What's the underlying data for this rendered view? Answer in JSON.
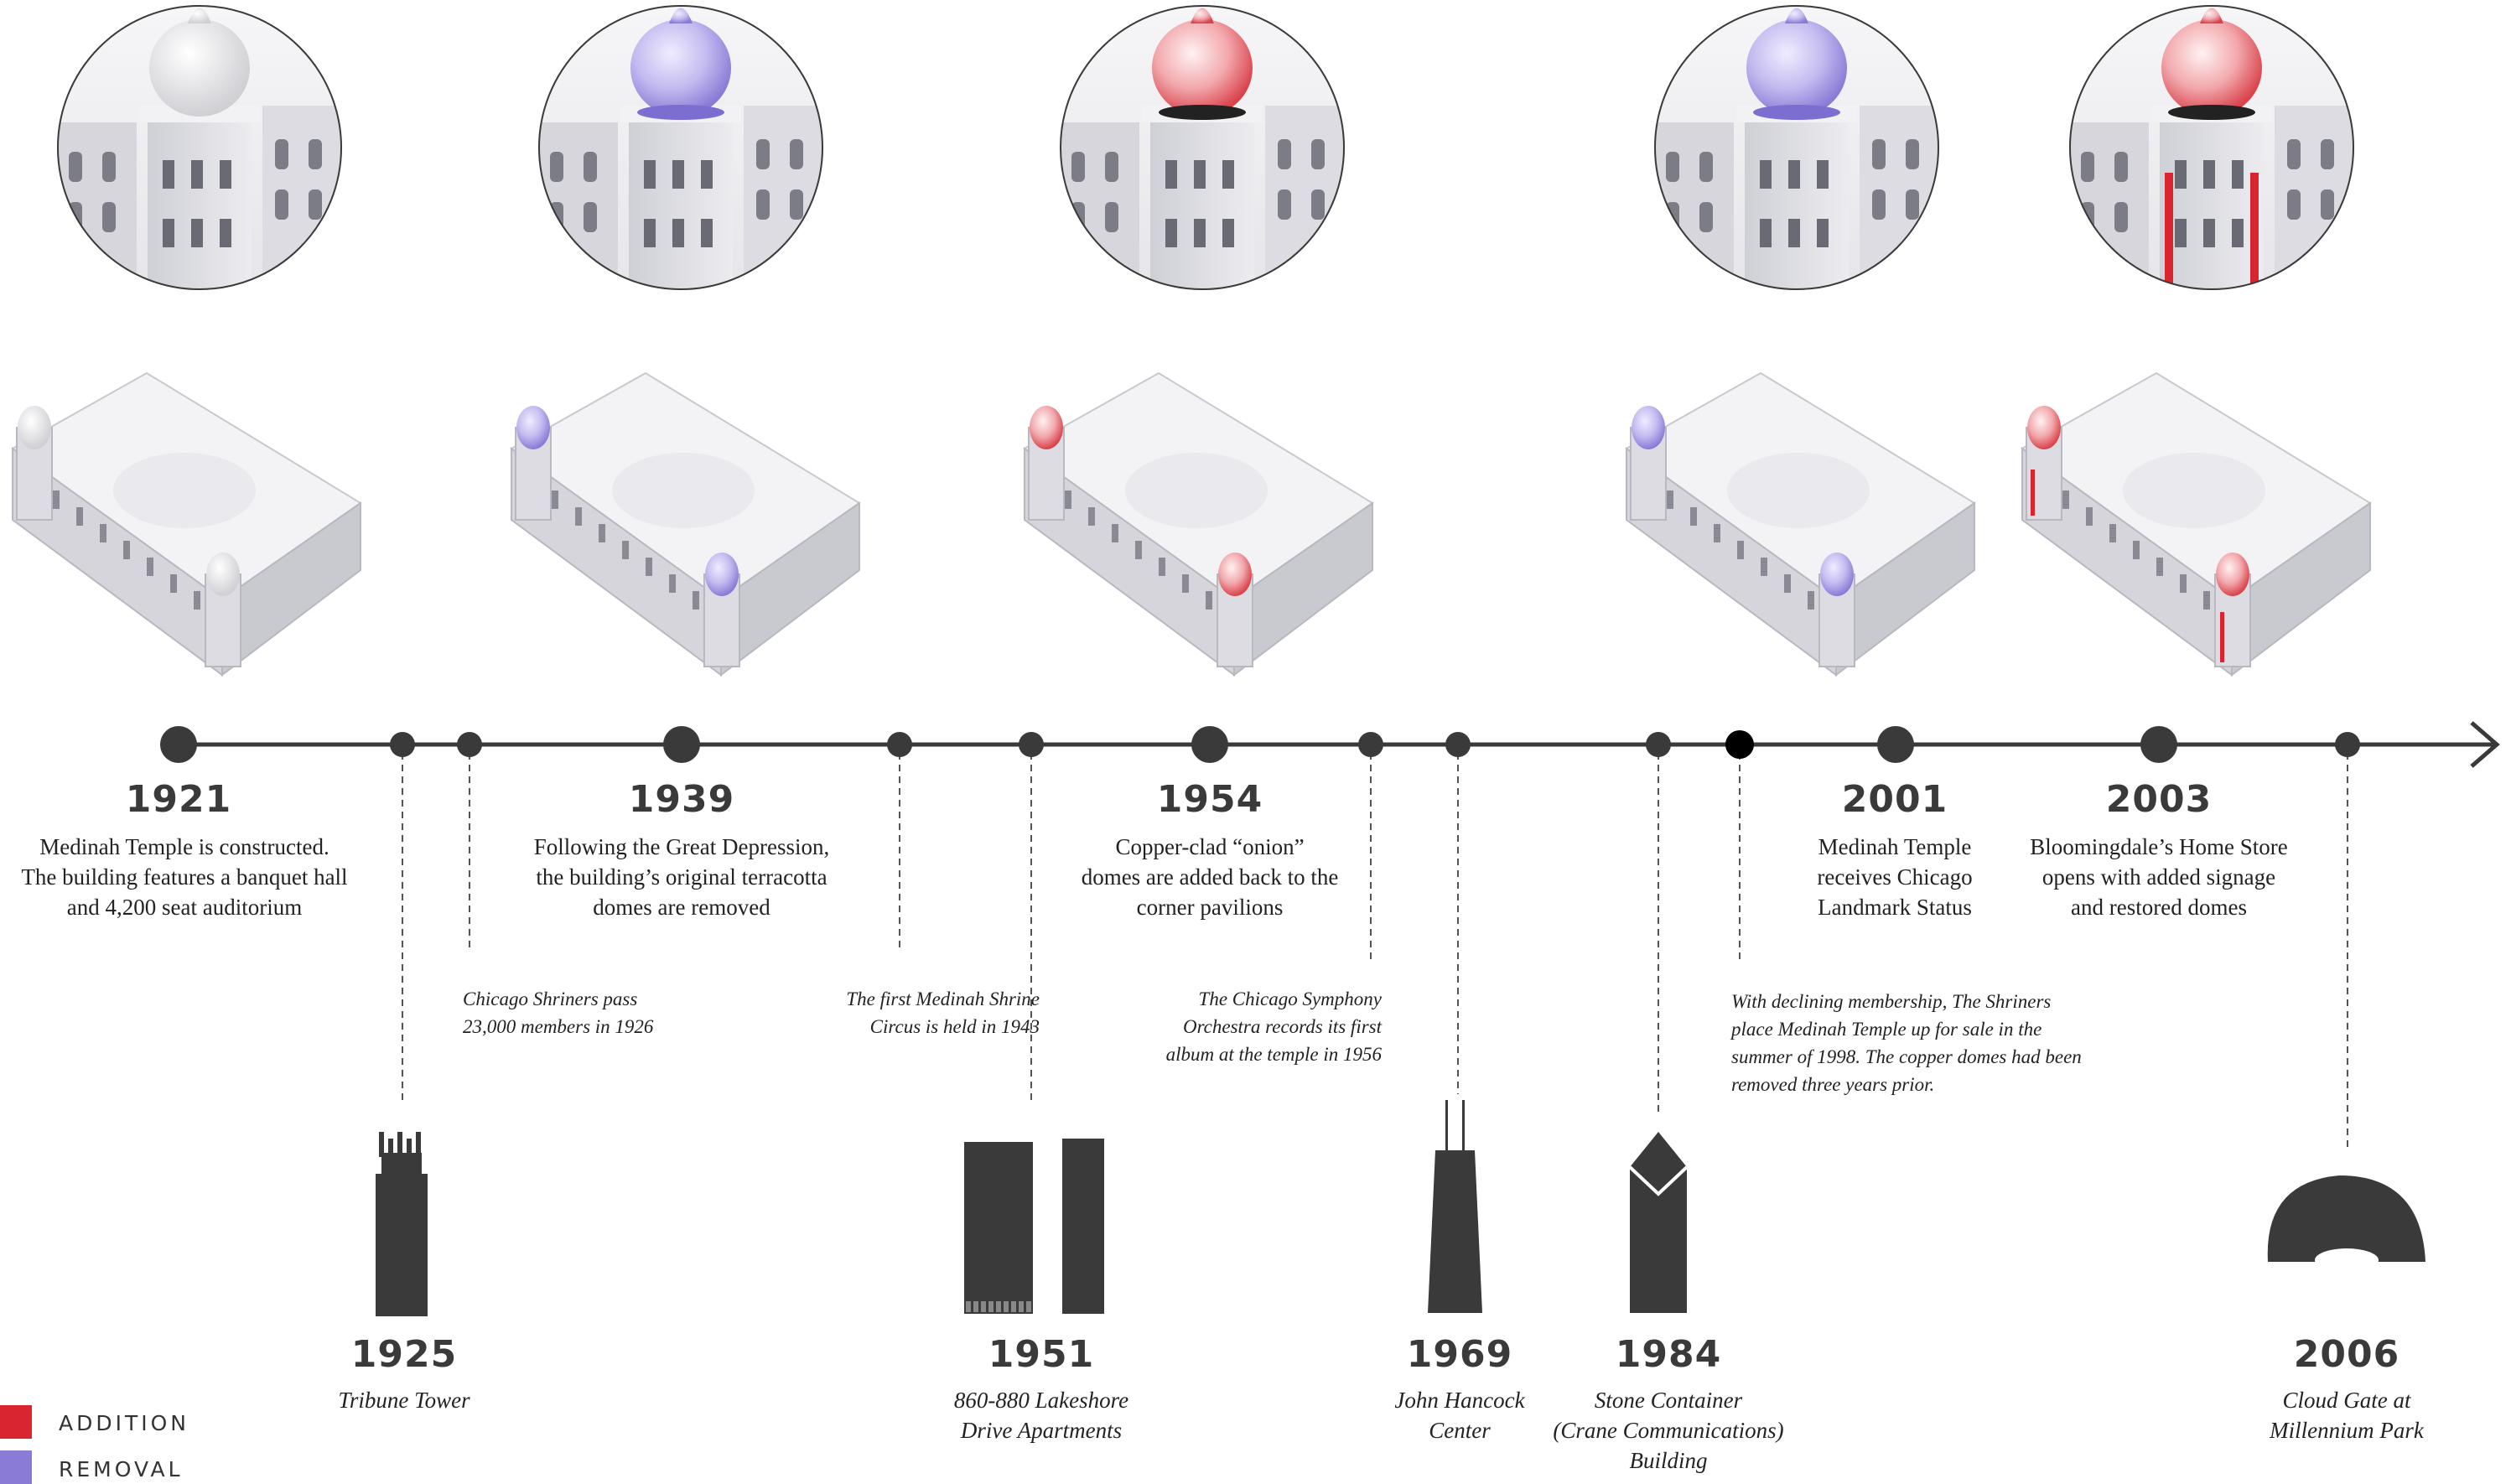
{
  "colors": {
    "addition": "#d9252f",
    "removal": "#8a7bd6",
    "timeline": "#3a3a3a",
    "building": "#e4e4e8"
  },
  "major_events": [
    {
      "year": "1921",
      "text": [
        "Medinah Temple is constructed.",
        "The building features a banquet hall",
        "and 4,200 seat auditorium"
      ],
      "dome": "original"
    },
    {
      "year": "1939",
      "text": [
        "Following the Great Depression,",
        "the building’s original terracotta",
        "domes are removed"
      ],
      "dome": "removal"
    },
    {
      "year": "1954",
      "text": [
        "Copper-clad “onion”",
        "domes are added back to the",
        "corner pavilions"
      ],
      "dome": "addition"
    },
    {
      "year": "2001",
      "text": [
        "Medinah Temple",
        "receives Chicago",
        "Landmark Status"
      ],
      "dome": "removal"
    },
    {
      "year": "2003",
      "text": [
        "Bloomingdale’s Home Store",
        "opens with added signage",
        "and restored domes"
      ],
      "dome": "addition"
    }
  ],
  "notes": [
    {
      "text": [
        "Chicago Shriners pass",
        "23,000 members in 1926"
      ]
    },
    {
      "text": [
        "The first Medinah Shrine",
        "Circus is held in 1943"
      ]
    },
    {
      "text": [
        "The Chicago Symphony",
        "Orchestra records its first",
        "album at the temple in 1956"
      ]
    },
    {
      "text": [
        "With declining membership, The Shriners",
        "place Medinah Temple up for sale in the",
        "summer of 1998. The copper domes had been",
        "removed three years prior."
      ]
    }
  ],
  "buildings": [
    {
      "year": "1925",
      "name": [
        "Tribune Tower"
      ],
      "icon": "tribune-tower-icon"
    },
    {
      "year": "1951",
      "name": [
        "860-880 Lakeshore",
        "Drive Apartments"
      ],
      "icon": "lakeshore-apartments-icon"
    },
    {
      "year": "1969",
      "name": [
        "John Hancock",
        "Center"
      ],
      "icon": "hancock-center-icon"
    },
    {
      "year": "1984",
      "name": [
        "Stone Container",
        "(Crane Communications)",
        "Building"
      ],
      "icon": "stone-container-icon"
    },
    {
      "year": "2006",
      "name": [
        "Cloud Gate at",
        "Millennium Park"
      ],
      "icon": "cloud-gate-icon"
    }
  ],
  "legend": {
    "addition": "ADDITION",
    "removal": "REMOVAL"
  }
}
